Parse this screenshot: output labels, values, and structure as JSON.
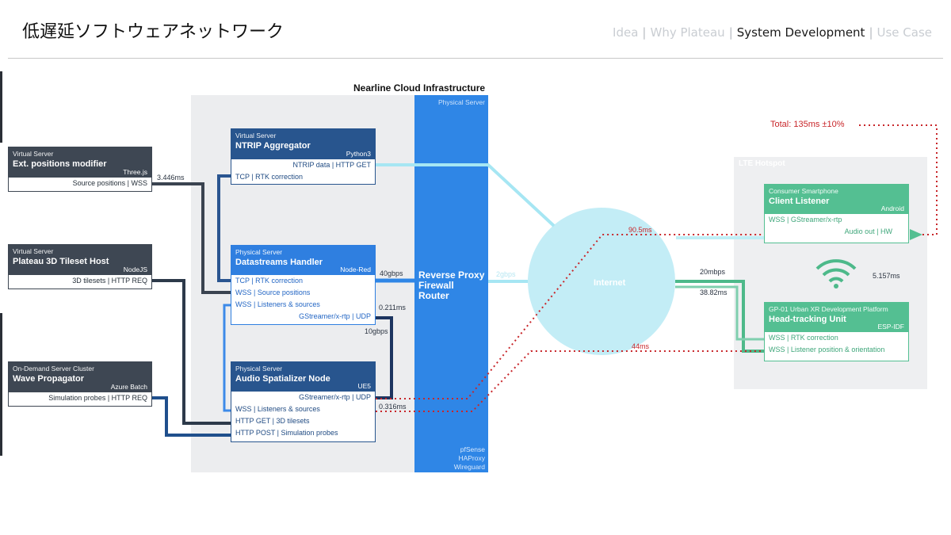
{
  "header": {
    "title": "低遅延ソフトウェアネットワーク",
    "nav": [
      "Idea",
      "Why Plateau",
      "System Development",
      "Use Case"
    ],
    "active_nav": "System Development"
  },
  "infra": {
    "title": "Nearline Cloud Infrastructure",
    "physical_label": "Physical Server",
    "main_lines": [
      "Reverse Proxy",
      "Firewall",
      "Router"
    ],
    "footer_lines": [
      "pfSense",
      "HAProxy",
      "Wireguard"
    ]
  },
  "internet": {
    "label": "Internet"
  },
  "lte": {
    "label": "LTE Hotspot"
  },
  "boxes": {
    "ext": {
      "sub": "Virtual Server",
      "name": "Ext. positions modifier",
      "tag": "Three.js",
      "rows": [
        "Source positions | WSS"
      ]
    },
    "plateau": {
      "sub": "Virtual Server",
      "name": "Plateau 3D Tileset Host",
      "tag": "NodeJS",
      "rows": [
        "3D tilesets | HTTP REQ"
      ]
    },
    "wave": {
      "sub": "On-Demand Server Cluster",
      "name": "Wave Propagator",
      "tag": "Azure Batch",
      "rows": [
        "Simulation probes | HTTP REQ"
      ]
    },
    "ntrip": {
      "sub": "Virtual Server",
      "name": "NTRIP Aggregator",
      "tag": "Python3",
      "rows": [
        "NTRIP data | HTTP GET",
        "TCP | RTK correction"
      ]
    },
    "dsh": {
      "sub": "Physical Server",
      "name": "Datastreams Handler",
      "tag": "Node-Red",
      "rows": [
        "TCP | RTK correction",
        "WSS | Source positions",
        "WSS | Listeners & sources",
        "GStreamer/x-rtp | UDP"
      ]
    },
    "asn": {
      "sub": "Physical Server",
      "name": "Audio Spatializer Node",
      "tag": "UE5",
      "rows": [
        "GStreamer/x-rtp | UDP",
        "WSS | Listeners & sources",
        "HTTP GET | 3D tilesets",
        "HTTP POST | Simulation probes"
      ]
    },
    "client": {
      "sub": "Consumer Smartphone",
      "name": "Client Listener",
      "tag": "Android",
      "rows": [
        "WSS | GStreamer/x-rtp",
        "Audio out | HW"
      ]
    },
    "head": {
      "sub": "GP-01 Urban XR Development Platform",
      "name": "Head-tracking Unit",
      "tag": "ESP-IDF",
      "rows": [
        "WSS | RTK correction",
        "WSS | Listener position & orientation"
      ]
    }
  },
  "labels": {
    "ext_latency": "3.446ms",
    "dsh_bw": "40gbps",
    "dsh_lat": "0.211ms",
    "dsh_asn_bw": "10gbps",
    "asn_lat": "0.316ms",
    "router_bw": "2gbps",
    "lte_bw": "20mbps",
    "lte_lat": "38.82ms",
    "wifi_lat": "5.157ms",
    "rtt_top": "90.5ms",
    "rtt_bottom": "44ms",
    "total": "Total: 135ms ±10%"
  },
  "colors": {
    "dark": "#3e4753",
    "navy": "#28558e",
    "blue": "#2f7fe0",
    "phys_blue": "#2f86e6",
    "cyan_link": "#8fdff0",
    "green": "#54bf92",
    "latency_red": "#c8262a"
  }
}
